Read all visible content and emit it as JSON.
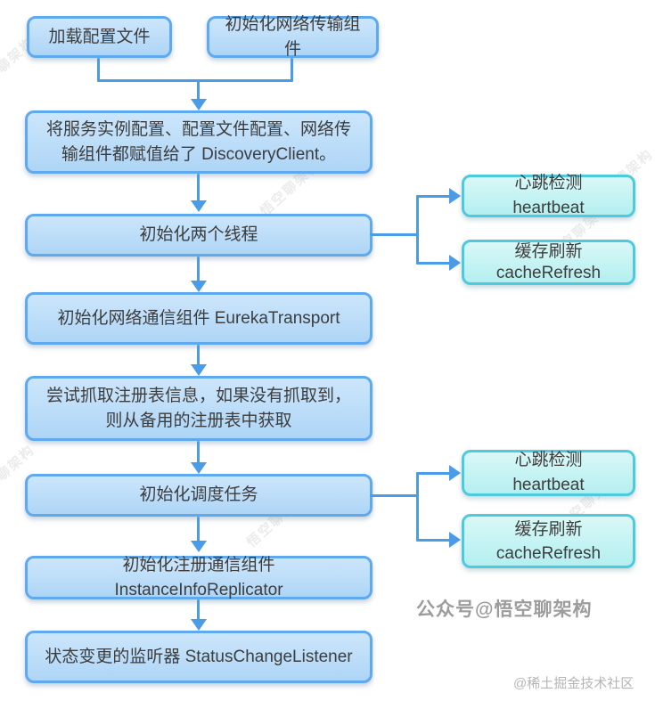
{
  "flowchart": {
    "boxes": {
      "load_config": "加载配置文件",
      "init_network_transport": "初始化网络传输组件",
      "assign_discovery_client": "将服务实例配置、配置文件配置、网络传输组件都赋值给了 DiscoveryClient。",
      "init_two_threads": "初始化两个线程",
      "heartbeat_top": "心跳检测 heartbeat",
      "cache_refresh_top": "缓存刷新\ncacheRefresh",
      "init_eureka_transport": "初始化网络通信组件 EurekaTransport",
      "fetch_registry": "尝试抓取注册表信息，如果没有抓取到，则从备用的注册表中获取",
      "init_scheduled_tasks": "初始化调度任务",
      "heartbeat_bottom": "心跳检测 heartbeat",
      "cache_refresh_bottom": "缓存刷新\ncacheRefresh",
      "init_instance_info_replicator": "初始化注册通信组件 InstanceInfoReplicator",
      "status_change_listener": "状态变更的监听器 StatusChangeListener"
    },
    "watermarks": {
      "brand": "公众号@悟空聊架构",
      "community": "@稀土掘金技术社区",
      "tiled": "悟空聊架构"
    },
    "colors": {
      "box_fill": "#b9dbf7",
      "box_border": "#5fa9ee",
      "teal_fill": "#c8f3f2",
      "teal_border": "#4fc9de",
      "connector_blue": "#4a9be8",
      "box_text": "#3d3d3d",
      "watermark_brand": "#9c9c9c",
      "watermark_community": "#b5b5b5"
    }
  }
}
